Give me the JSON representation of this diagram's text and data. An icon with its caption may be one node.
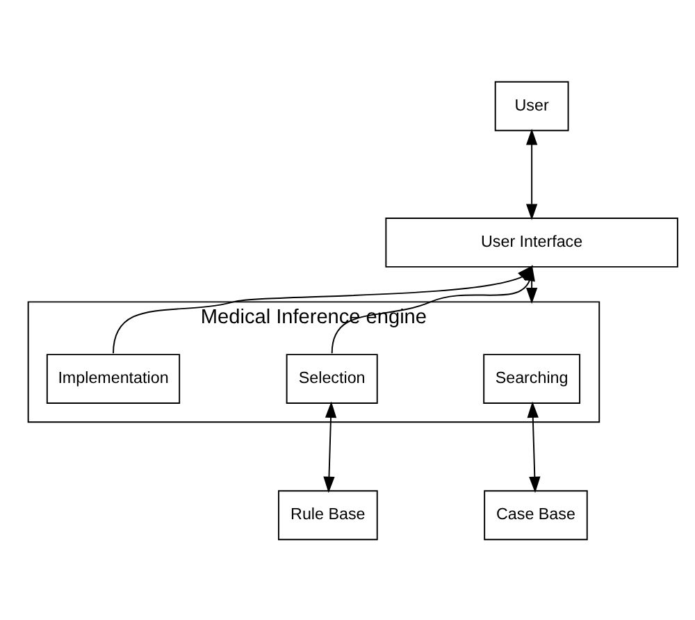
{
  "diagram": {
    "nodes": [
      {
        "text": [
          "User"
        ]
      },
      {
        "text": [
          "User Interface"
        ]
      },
      {
        "text": [
          "Medical Inference engine"
        ]
      },
      {
        "text": [
          "Selection"
        ],
        "in": 2
      },
      {
        "text": [
          "Searching"
        ],
        "in": 2
      },
      {
        "text": [
          "Implementation"
        ],
        "in": 2
      },
      {
        "text": [
          "Rule Base"
        ]
      },
      {
        "text": [
          "Case Base"
        ]
      }
    ],
    "edges": [
      {
        "from": 0,
        "to": 1,
        "arrow": "both"
      },
      {
        "from": 3,
        "to": 1,
        "arrow": "to"
      },
      {
        "from": 1,
        "to": 2,
        "arrow": "to"
      },
      {
        "from": 5,
        "to": 1,
        "arrow": "to"
      },
      {
        "from": 3,
        "to": 6,
        "arrow": "both"
      },
      {
        "from": 4,
        "to": 7,
        "arrow": "both"
      }
    ]
  }
}
